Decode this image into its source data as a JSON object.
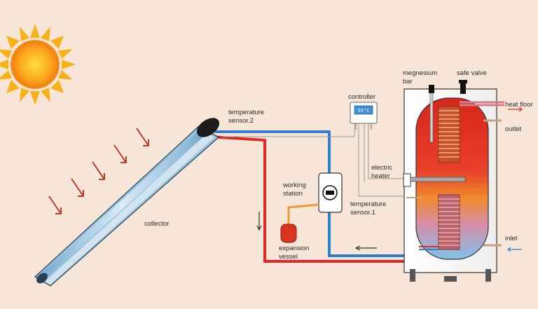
{
  "labels": {
    "temperature_sensor_2": [
      "temperature",
      "sensor.2"
    ],
    "controller": "controller",
    "controller_display": "55°C",
    "working_station": [
      "working",
      "station"
    ],
    "electric_heater": [
      "electric",
      "heater"
    ],
    "temperature_sensor_1": [
      "temperature",
      "sensor.1"
    ],
    "collector": "collector",
    "expansion_vessel": [
      "expansion",
      "vessel"
    ],
    "magnesium_bar": [
      "megnesium",
      "bar"
    ],
    "safe_valve": "safe valve",
    "heat_floor": "heat floor",
    "outlet": "outlet",
    "inlet": "inlet"
  },
  "colors": {
    "background": "#f7e6d8",
    "hot_pipe": "#e02a2a",
    "cold_pipe": "#2f7fd0",
    "sun": "#f7b21a",
    "copper": "#c9a07a",
    "arrow": "#c0392b"
  },
  "icons": [
    "sun-icon",
    "flow-direction-arrow-icon",
    "solar-ray-arrow-icon"
  ]
}
